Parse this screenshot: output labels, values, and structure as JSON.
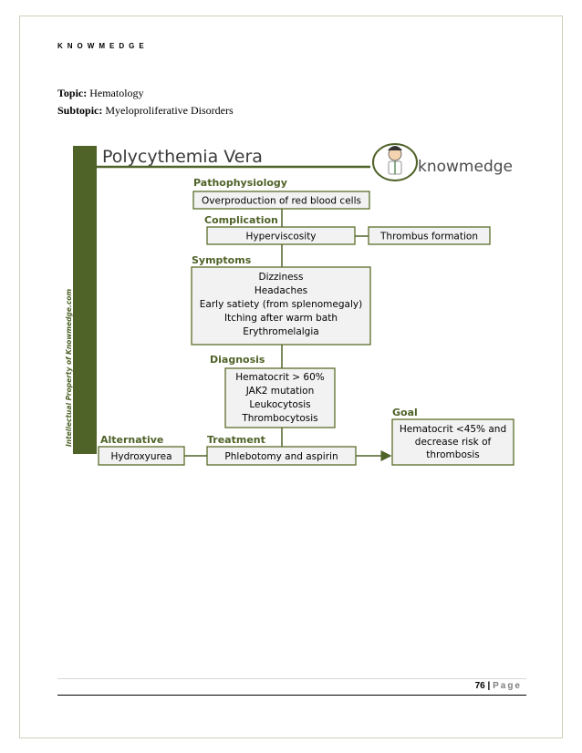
{
  "header": {
    "brand": "KNOWMEDGE"
  },
  "topic": {
    "label": "Topic:",
    "value": "Hematology"
  },
  "subtopic": {
    "label": "Subtopic:",
    "value": "Myeloproliferative Disorders"
  },
  "diagram": {
    "title": "Polycythemia Vera",
    "brand": "knowmedge",
    "side_text": "Intellectual Property of Knowmedge.com",
    "headings": {
      "pathophysiology": "Pathophysiology",
      "complication": "Complication",
      "symptoms": "Symptoms",
      "diagnosis": "Diagnosis",
      "goal": "Goal",
      "alternative": "Alternative",
      "treatment": "Treatment"
    },
    "boxes": {
      "pathophysiology": "Overproduction of red blood cells",
      "hyperviscosity": "Hyperviscosity",
      "thrombus": "Thrombus formation",
      "symptoms": [
        "Dizziness",
        "Headaches",
        "Early satiety (from splenomegaly)",
        "Itching after warm bath",
        "Erythromelalgia"
      ],
      "diagnosis": [
        "Hematocrit > 60%",
        "JAK2 mutation",
        "Leukocytosis",
        "Thrombocytosis"
      ],
      "goal": [
        "Hematocrit <45% and",
        "decrease risk of",
        "thrombosis"
      ],
      "alternative": "Hydroxyurea",
      "treatment": "Phlebotomy and aspirin"
    },
    "colors": {
      "green": "#4f6228",
      "box_fill": "#f2f2f2",
      "box_border": "#5a6e2a"
    }
  },
  "footer": {
    "page_number": "76",
    "separator": "|",
    "page_word": "Page"
  }
}
